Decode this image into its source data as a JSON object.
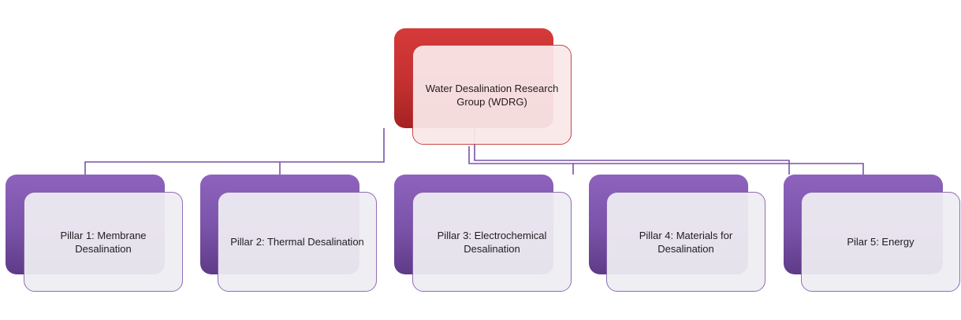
{
  "root": {
    "label": "Water Desalination Research Group (WDRG)"
  },
  "pillars": [
    {
      "label": "Pillar 1: Membrane Desalination"
    },
    {
      "label": "Pillar 2: Thermal Desalination"
    },
    {
      "label": "Pillar 3: Electrochemical Desalination"
    },
    {
      "label": "Pillar 4: Materials for Desalination"
    },
    {
      "label": "Pilar 5: Energy"
    }
  ],
  "colors": {
    "root": "#c43030",
    "pillar": "#7a52a8",
    "connector": "#7a52a8"
  }
}
